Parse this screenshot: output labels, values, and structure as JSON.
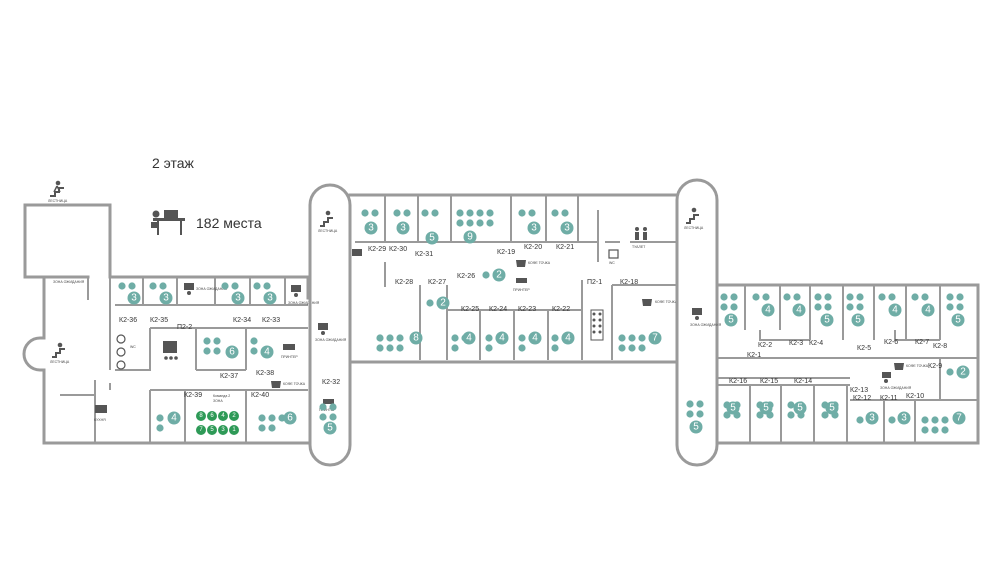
{
  "floor_title": "2 этаж",
  "seats_total": "182 места",
  "labels": {
    "stairs": "ЛЕСТНИЦА",
    "toilet": "ТУАЛЕТ",
    "wc": "WC",
    "kitchen": "КУХНЯ",
    "printer": "ПРИНТЕР",
    "coffee": "КОФЕ ТОЧКА",
    "team": "Команда 2",
    "team2": "ЗОНА",
    "zone": "ЗОНА ОЖИДАНИЯ"
  },
  "rooms": {
    "k2_29": "К2-29",
    "k2_30": "К2-30",
    "k2_31": "К2-31",
    "k2_28": "К2-28",
    "k2_27": "К2-27",
    "k2_26": "К2-26",
    "k2_25": "К2-25",
    "k2_24": "К2-24",
    "k2_23": "К2-23",
    "k2_22": "К2-22",
    "k2_19": "К2-19",
    "k2_20": "К2-20",
    "k2_21": "К2-21",
    "p2_1": "П2-1",
    "k2_18": "К2-18",
    "p2_2": "П2-2",
    "k2_36": "К2-36",
    "k2_35": "К2-35",
    "k2_34": "К2-34",
    "k2_33": "К2-33",
    "k2_37": "К2-37",
    "k2_38": "К2-38",
    "k2_39": "К2-39",
    "k2_40": "К2-40",
    "k2_32": "К2-32",
    "k2_2": "К2-2",
    "k2_3": "К2-3",
    "k2_4": "К2-4",
    "k2_1": "К2-1",
    "k2_5": "К2-5",
    "k2_6": "К2-6",
    "k2_7": "К2-7",
    "k2_8": "К2-8",
    "k2_9": "К2-9",
    "k2_16": "К2-16",
    "k2_15": "К2-15",
    "k2_14": "К2-14",
    "k2_13": "К2-13",
    "k2_12": "К2-12",
    "k2_11": "К2-11",
    "k2_10": "К2-10"
  },
  "seats": {
    "k2_29": "3",
    "k2_30": "3",
    "k2_31": "5",
    "big9": "9",
    "k2_20": "3",
    "k2_21": "3",
    "k2_26": "2",
    "k2_27": "2",
    "k2_28": "8",
    "k2_25": "4",
    "k2_24": "4",
    "k2_23": "4",
    "k2_22": "4",
    "k2_18": "7",
    "k2_36": "3",
    "k2_35": "3",
    "k2_34": "3",
    "k2_33": "3",
    "p2_2a": "6",
    "p2_2b": "4",
    "k2_39": "4",
    "k2_40": "6",
    "k2_32": "5",
    "right_a": "5",
    "right_b": "4",
    "right_c": "4",
    "right_d": "5",
    "right_e": "5",
    "right_f": "4",
    "right_g": "4",
    "right_h": "5",
    "k2_9": "2",
    "r_col": "5",
    "k2_16": "5",
    "k2_15": "5",
    "k2_14": "5",
    "k2_13": "5",
    "k2_12": "3",
    "k2_11": "3",
    "k2_10": "7",
    "green": [
      "8",
      "6",
      "4",
      "2",
      "7",
      "5",
      "3",
      "1"
    ]
  },
  "colors": {
    "wall": "#9a9a9a",
    "seat": "#6fada6",
    "reserved": "#2e9a57",
    "text": "#333333"
  }
}
